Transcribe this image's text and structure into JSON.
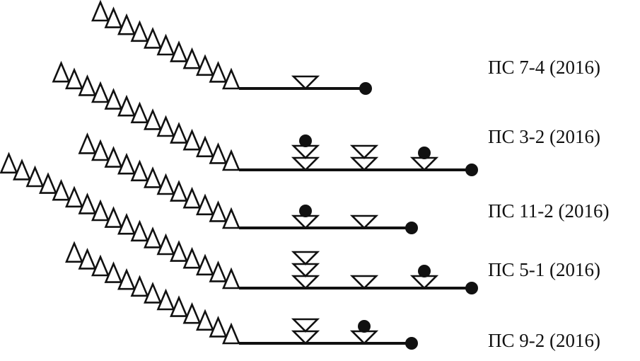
{
  "colors": {
    "ink": "#111111",
    "background": "#ffffff"
  },
  "rows": [
    {
      "label": "ПС 7-4 (2016)",
      "chain_triangles": 11,
      "stations": [
        {
          "slot": 1,
          "triangles": 1,
          "dot": false
        }
      ]
    },
    {
      "label": "ПС 3-2 (2016)",
      "chain_triangles": 14,
      "stations": [
        {
          "slot": 1,
          "triangles": 2,
          "dot": true
        },
        {
          "slot": 2,
          "triangles": 2,
          "dot": false
        },
        {
          "slot": 3,
          "triangles": 1,
          "dot": true
        }
      ]
    },
    {
      "label": "ПС 11-2 (2016)",
      "chain_triangles": 12,
      "stations": [
        {
          "slot": 1,
          "triangles": 1,
          "dot": true
        },
        {
          "slot": 2,
          "triangles": 1,
          "dot": false
        }
      ]
    },
    {
      "label": "ПС 5-1 (2016)",
      "chain_triangles": 18,
      "stations": [
        {
          "slot": 1,
          "triangles": 3,
          "dot": false
        },
        {
          "slot": 2,
          "triangles": 1,
          "dot": false
        },
        {
          "slot": 3,
          "triangles": 1,
          "dot": true
        }
      ]
    },
    {
      "label": "ПС 9-2 (2016)",
      "chain_triangles": 13,
      "stations": [
        {
          "slot": 1,
          "triangles": 2,
          "dot": false
        },
        {
          "slot": 2,
          "triangles": 1,
          "dot": true
        }
      ]
    }
  ]
}
